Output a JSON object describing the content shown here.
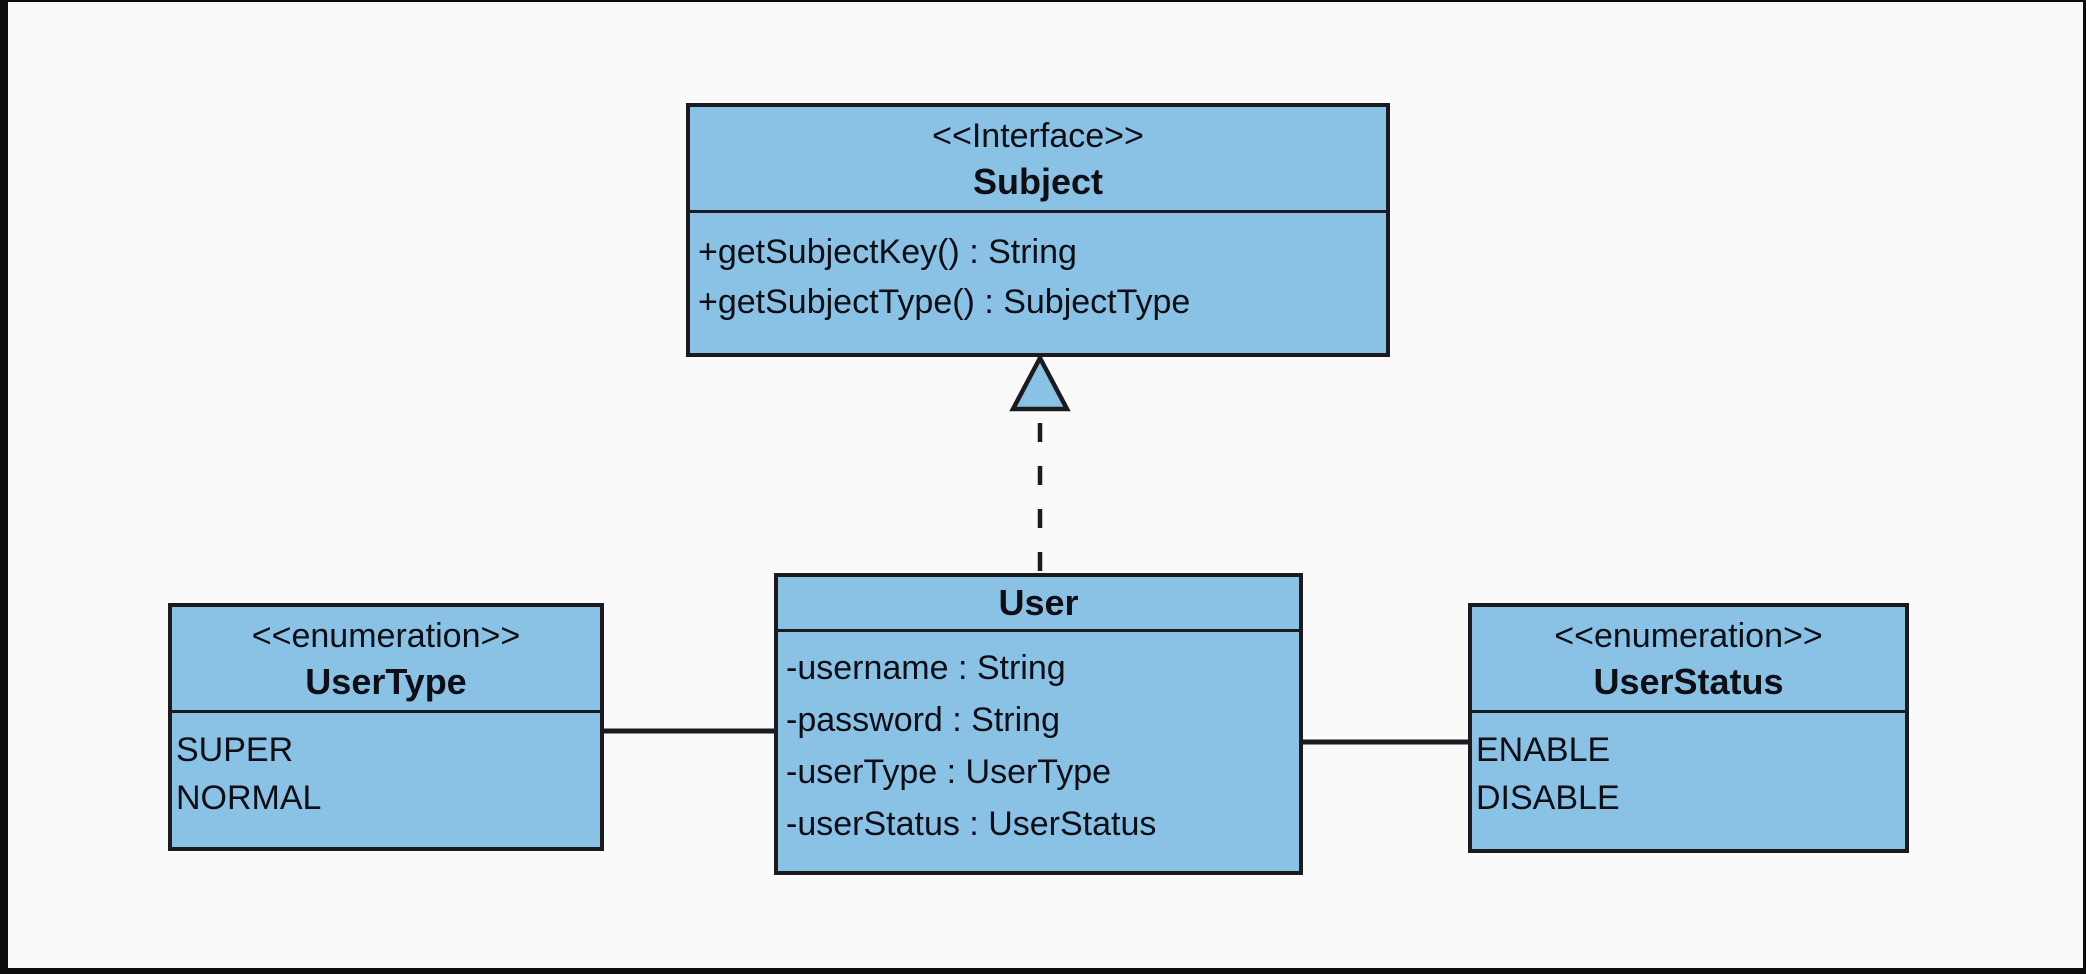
{
  "diagram": {
    "kind": "uml-class-diagram"
  },
  "colors": {
    "frame": "#0d0d0d",
    "canvas_bg": "#fafafa",
    "box_fill": "#8ac2e6",
    "box_border": "#1b1b1f",
    "text": "#0e0e14"
  },
  "classes": {
    "subject": {
      "stereotype": "<<Interface>>",
      "name": "Subject",
      "members": [
        "+getSubjectKey() : String",
        "+getSubjectType() : SubjectType"
      ]
    },
    "user": {
      "name": "User",
      "members": [
        "-username : String",
        "-password : String",
        "-userType : UserType",
        "-userStatus : UserStatus"
      ]
    },
    "user_type": {
      "stereotype": "<<enumeration>>",
      "name": "UserType",
      "members": [
        "SUPER",
        "NORMAL"
      ]
    },
    "user_status": {
      "stereotype": "<<enumeration>>",
      "name": "UserStatus",
      "members": [
        "ENABLE",
        "DISABLE"
      ]
    }
  },
  "relationships": [
    {
      "kind": "realization",
      "from": "User",
      "to": "Subject",
      "style": "dashed-hollow-triangle"
    },
    {
      "kind": "association",
      "from": "User",
      "to": "UserType",
      "style": "solid"
    },
    {
      "kind": "association",
      "from": "User",
      "to": "UserStatus",
      "style": "solid"
    }
  ]
}
